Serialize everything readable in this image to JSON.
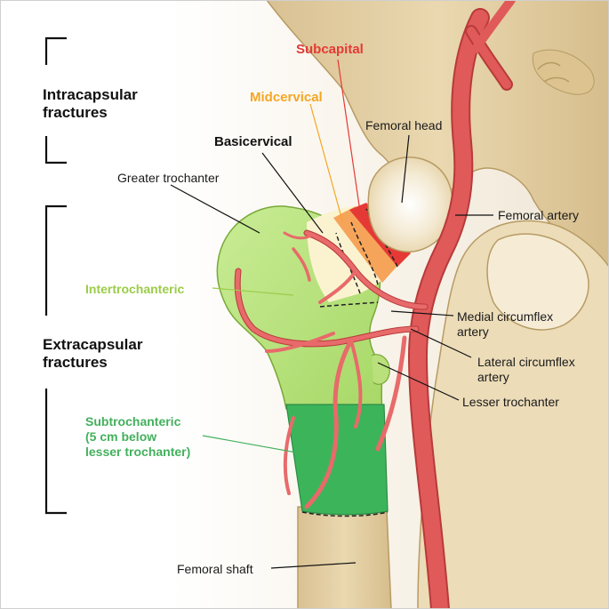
{
  "groups": {
    "intracapsular": [
      "Intracapsular",
      "fractures"
    ],
    "extracapsular": [
      "Extracapsular",
      "fractures"
    ]
  },
  "fracture_labels": {
    "subcapital": "Subcapital",
    "midcervical": "Midcervical",
    "basicervical": "Basicervical",
    "intertrochanteric": "Intertrochanteric",
    "subtrochanteric": [
      "Subtrochanteric",
      "(5 cm below",
      "lesser trochanter)"
    ]
  },
  "anatomy_labels": {
    "femoral_head": "Femoral head",
    "greater_trochanter": "Greater trochanter",
    "femoral_artery": "Femoral artery",
    "medial_circumflex": [
      "Medial circumflex",
      "artery"
    ],
    "lateral_circumflex": [
      "Lateral circumflex",
      "artery"
    ],
    "lesser_trochanter": "Lesser trochanter",
    "femoral_shaft": "Femoral shaft"
  },
  "colors": {
    "subcapital": "#e53935",
    "midcervical": "#f5a623",
    "basicervical": "#111111",
    "intertrochanteric": "#9ccc4a",
    "subtrochanteric": "#43b05c",
    "bone": "#e4cfa0",
    "artery": "#e05a5a"
  }
}
